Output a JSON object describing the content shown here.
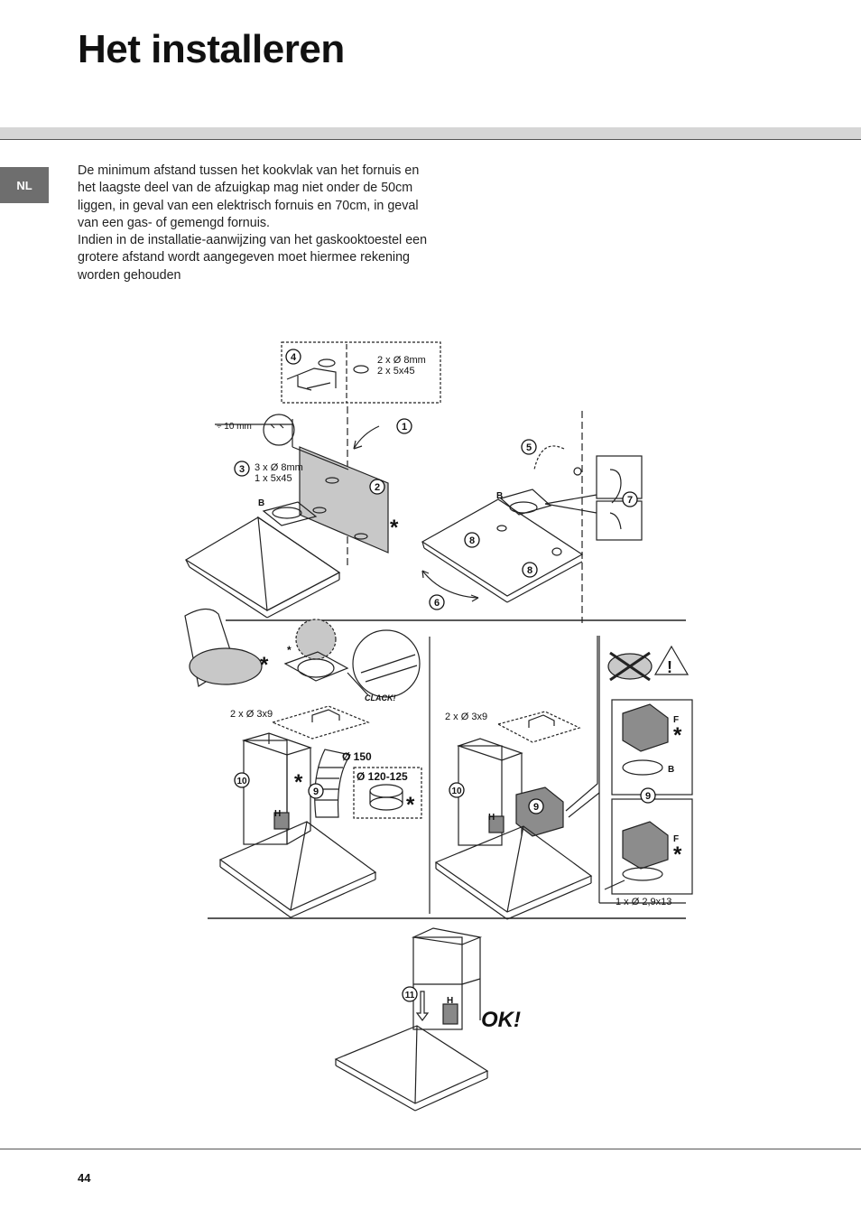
{
  "page": {
    "title": "Het installeren",
    "language_tab": "NL",
    "page_number": "44"
  },
  "intro": {
    "paragraph1": "De minimum afstand tussen het kookvlak van het fornuis en het laagste deel van de afzuigkap mag niet onder de 50cm liggen, in geval van een elektrisch fornuis en 70cm, in geval van een gas- of gemengd fornuis.",
    "paragraph2": "Indien in de installatie-aanwijzing van het gaskooktoestel een grotere afstand wordt aangegeven moet hiermee rekening worden gehouden"
  },
  "diagram": {
    "spec_plugs_screws_a": "2 x Ø 8mm",
    "spec_plugs_screws_b": "2 x 5x45",
    "spec_wall_a": "3 x Ø 8mm",
    "spec_wall_b": "1 x 5x45",
    "spacing_label": "÷ 10 mm",
    "spec_flue_left": "2 x Ø 3x9",
    "spec_flue_right": "2 x Ø 3x9",
    "duct_diameter": "Ø 150",
    "adapter_diameter": "Ø 120-125",
    "spec_screw_bottom": "1 x Ø 2,9x13",
    "clack_label": "CLACK!",
    "ok_label": "OK!",
    "label_b": "B",
    "label_f": "F",
    "label_h": "H",
    "asterisk": "*",
    "warning_mark": "!",
    "step_1": "1",
    "step_2": "2",
    "step_3": "3",
    "step_4": "4",
    "step_5": "5",
    "step_6": "6",
    "step_7": "7",
    "step_8": "8",
    "step_9": "9",
    "step_10": "10",
    "step_11": "11"
  },
  "colors": {
    "lang_tab": "#6e6e6e",
    "band": "#d6d6d6",
    "panel_fill": "#c8c8c8",
    "deflector_fill": "#8c8c8c"
  }
}
